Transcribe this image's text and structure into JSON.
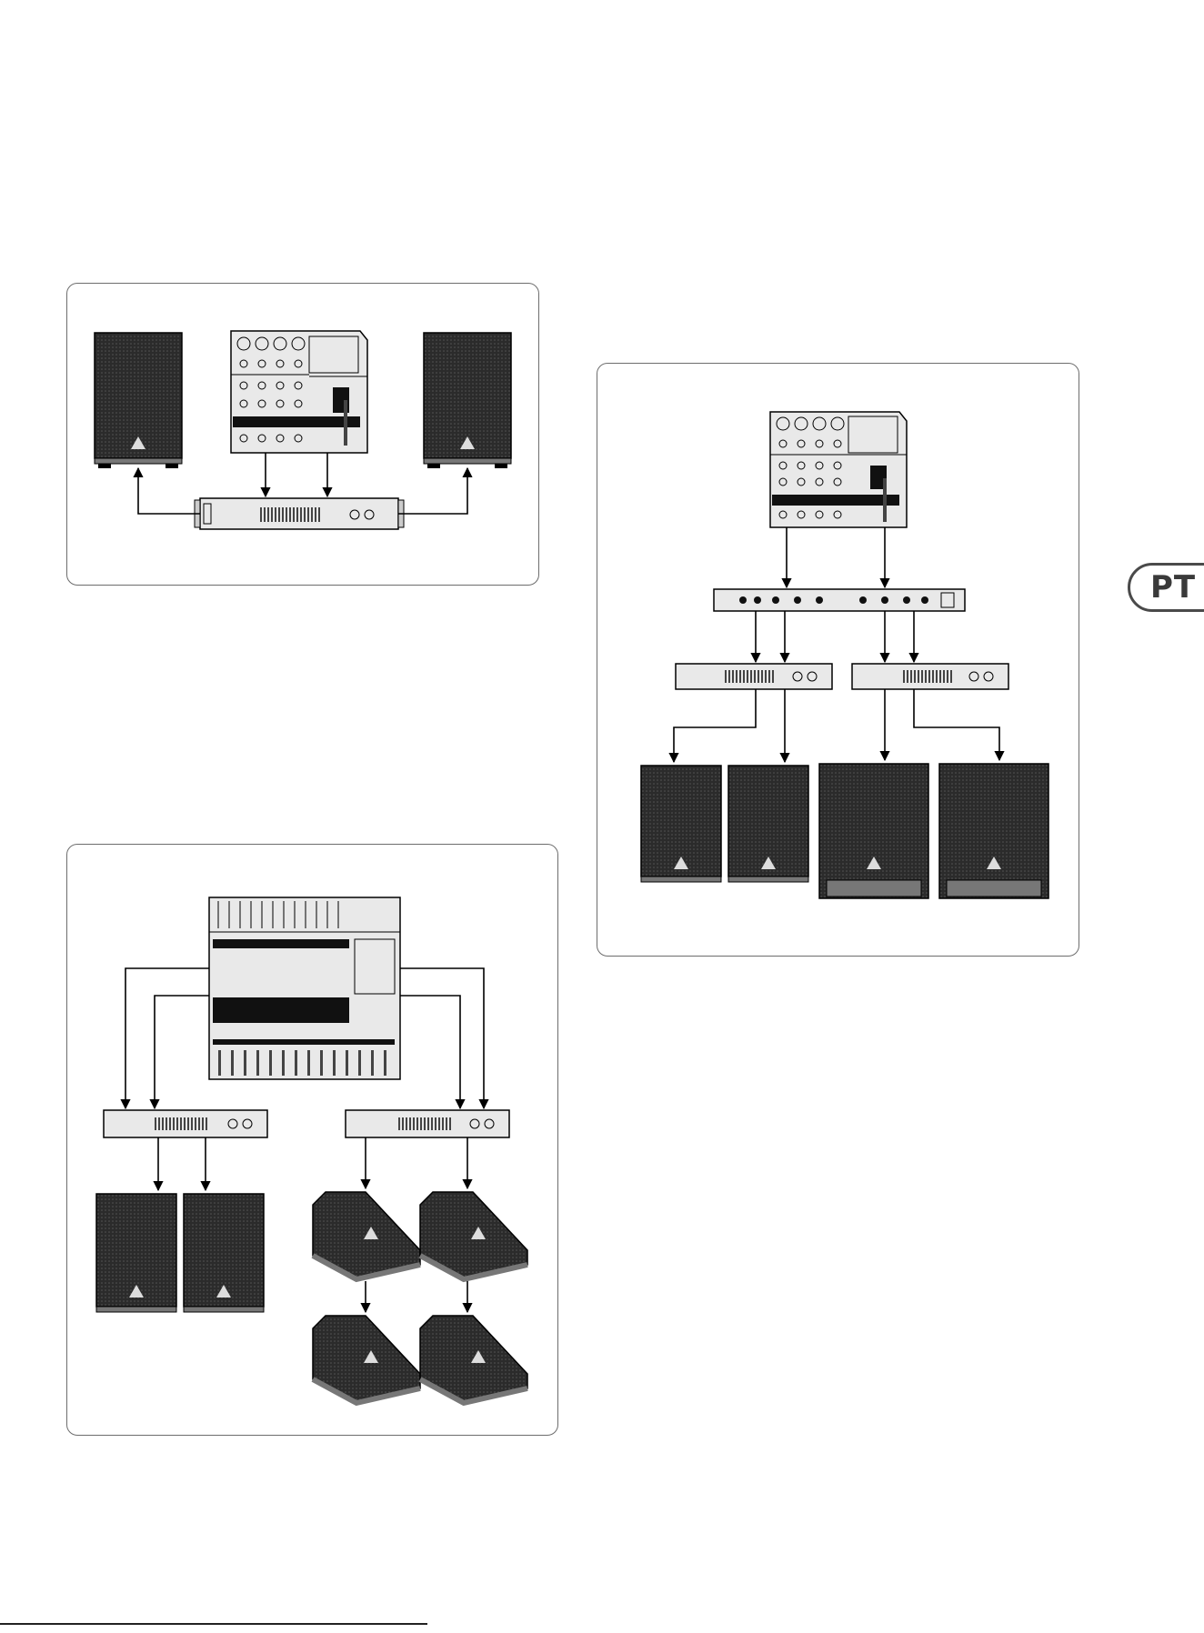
{
  "language_tab": {
    "label": "PT"
  },
  "colors": {
    "device_fill": "#e9e9e9",
    "speaker_fill": "#2b2b2b",
    "line": "#000000",
    "panel_border": "#6d6d6d"
  },
  "diagrams": [
    {
      "id": "stereo-pa",
      "devices": [
        "small-mixer",
        "power-amplifier",
        "speaker-left",
        "speaker-right"
      ]
    },
    {
      "id": "bi-amped-pa",
      "devices": [
        "small-mixer",
        "crossover",
        "power-amplifier",
        "power-amplifier",
        "speaker",
        "speaker",
        "subwoofer",
        "subwoofer"
      ]
    },
    {
      "id": "main-and-monitor-pa",
      "devices": [
        "large-mixer",
        "power-amplifier",
        "power-amplifier",
        "speaker",
        "speaker",
        "floor-monitor",
        "floor-monitor",
        "floor-monitor",
        "floor-monitor"
      ]
    }
  ]
}
